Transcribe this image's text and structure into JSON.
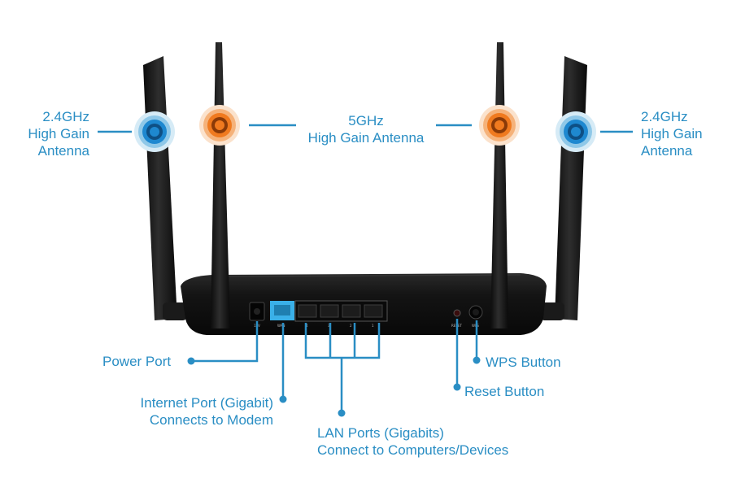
{
  "labels": {
    "antenna_left_24": [
      "2.4GHz",
      "High Gain",
      "Antenna"
    ],
    "antenna_5g": [
      "5GHz",
      "High Gain Antenna"
    ],
    "antenna_right_24": [
      "2.4GHz",
      "High Gain",
      "Antenna"
    ],
    "power_port": "Power Port",
    "internet_port": [
      "Internet Port (Gigabit)",
      "Connects to Modem"
    ],
    "lan_ports": [
      "LAN Ports (Gigabits)",
      "Connect to Computers/Devices"
    ],
    "wps_button": "WPS Button",
    "reset_button": "Reset Button"
  },
  "port_marks": {
    "power": "12V",
    "wan": "WAN",
    "lan": [
      "4",
      "3",
      "2",
      "1"
    ],
    "reset": "RESET",
    "wps": "WPS"
  },
  "colors": {
    "callout_blue": "#2a8ec4",
    "antenna_24_ring": "#1e88d0",
    "antenna_5g_ring": "#f07a1f",
    "wan_port": "#3ab0e8",
    "router_body": "#151515"
  }
}
